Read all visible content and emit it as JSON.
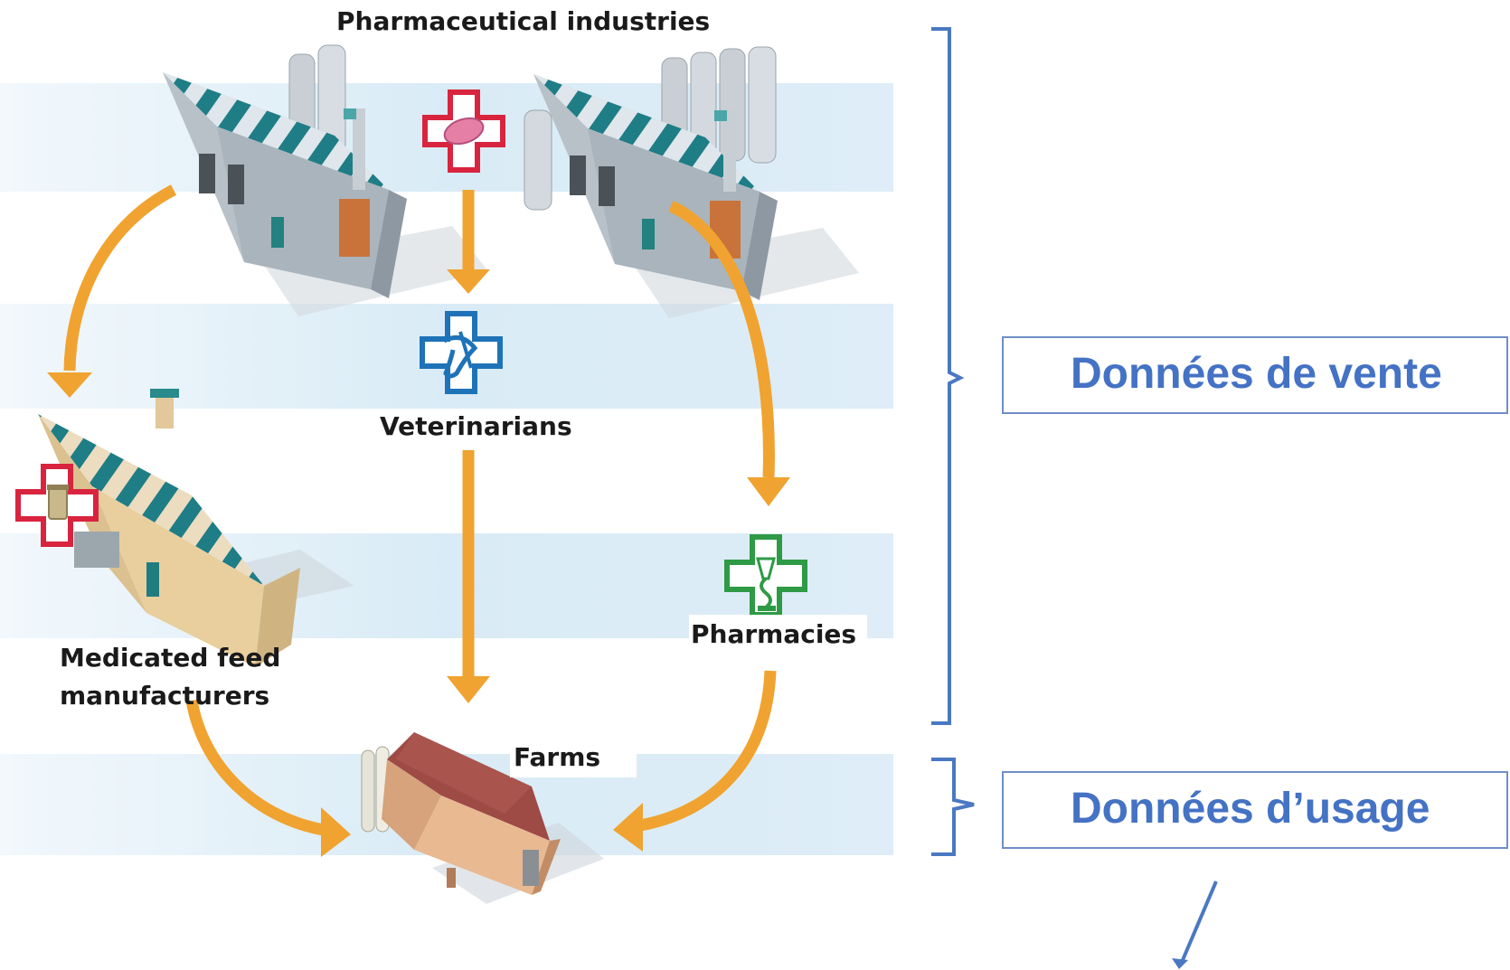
{
  "nodes": {
    "pharma": "Pharmaceutical industries",
    "vets": "Veterinarians",
    "feed_line1": "Medicated feed",
    "feed_line2": "manufacturers",
    "pharmacies": "Pharmacies",
    "farms": "Farms"
  },
  "legend": {
    "sales": "Données de vente",
    "usage": "Données d’usage"
  },
  "colors": {
    "arrow": "#f0a330",
    "bracket": "#4a78c2",
    "legend_text": "#4472c4",
    "band": "#e3f0f8",
    "cross_red": "#d9243f",
    "cross_blue": "#1e73b8",
    "cross_green": "#2e9a46"
  },
  "icons": [
    "factory-icon",
    "pill-cross-icon",
    "veterinary-cross-icon",
    "feed-mill-icon",
    "feed-cross-icon",
    "pharmacy-cross-icon",
    "barn-icon"
  ]
}
